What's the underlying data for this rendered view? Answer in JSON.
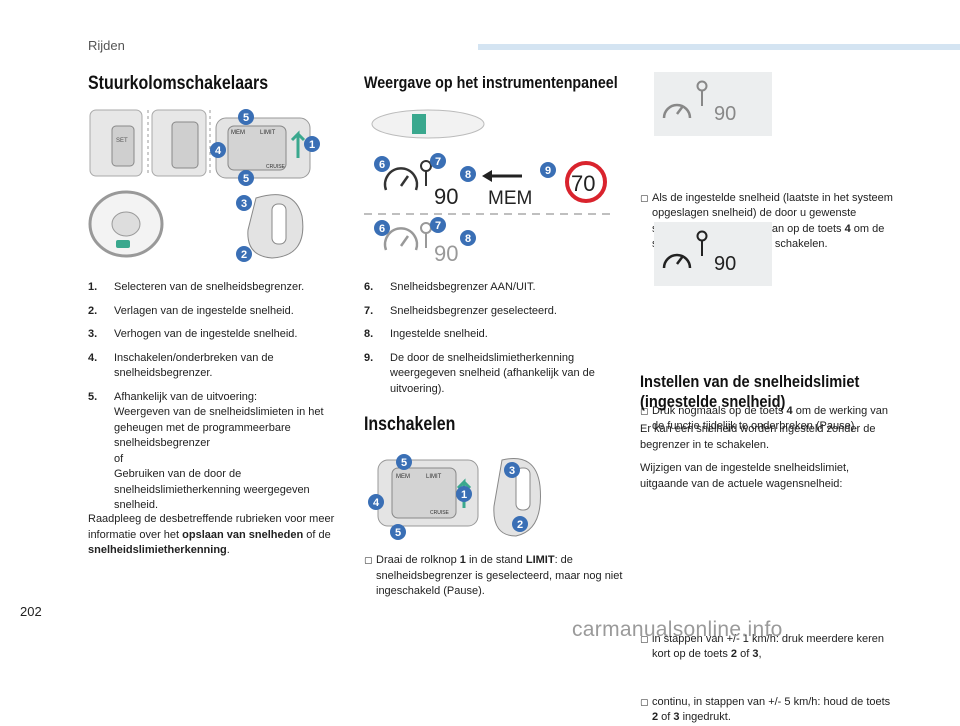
{
  "header": {
    "section": "Rijden"
  },
  "page_number": "202",
  "watermark": "carmanualsonline.info",
  "left": {
    "title": "Stuurkolomschakelaars",
    "items": [
      {
        "num": "1.",
        "text": "Selecteren van de snelheidsbegrenzer."
      },
      {
        "num": "2.",
        "text": "Verlagen van de ingestelde snelheid."
      },
      {
        "num": "3.",
        "text": "Verhogen van de ingestelde snelheid."
      },
      {
        "num": "4.",
        "text": "Inschakelen/onderbreken van de snelheidsbegrenzer."
      },
      {
        "num": "5.",
        "text": "Afhankelijk van de uitvoering:\nWeergeven van de snelheidslimieten in het geheugen met de programmeerbare snelheidsbegrenzer\nof\nGebruiken van de door de snelheidslimietherkenning weergegeven snelheid."
      }
    ],
    "note_pre": "Raadpleeg de desbetreffende rubrieken voor meer informatie over het ",
    "note_b1": "opslaan van snelheden",
    "note_mid": " of de ",
    "note_b2": "snelheidslimietherkenning",
    "note_post": "."
  },
  "middle": {
    "title": "Weergave op het instrumentenpaneel",
    "display": {
      "speed_top": "90",
      "mem": "MEM",
      "limit": "70",
      "speed_bottom": "90"
    },
    "items": [
      {
        "num": "6.",
        "text": "Snelheidsbegrenzer AAN/UIT."
      },
      {
        "num": "7.",
        "text": "Snelheidsbegrenzer geselecteerd."
      },
      {
        "num": "8.",
        "text": "Ingestelde snelheid."
      },
      {
        "num": "9.",
        "text": "De door de snelheidslimietherkenning weergegeven snelheid (afhankelijk van de uitvoering)."
      }
    ],
    "section2_title": "Inschakelen",
    "bullet_pre": "Draai de rolknop ",
    "bullet_b1": "1",
    "bullet_mid": " in de stand ",
    "bullet_b2": "LIMIT",
    "bullet_post": ": de snelheidsbegrenzer is geselecteerd, maar nog niet ingeschakeld (Pause)."
  },
  "right": {
    "display1": {
      "speed": "90"
    },
    "bullet1_pre": "Als de ingestelde snelheid (laatste in het systeem opgeslagen snelheid) de door u gewenste snelheidslimiet is, druk dan op de toets ",
    "bullet1_b": "4",
    "bullet1_post": " om de snelheidsbegrenzer in te schakelen.",
    "display2": {
      "speed": "90"
    },
    "bullet2_pre": "Druk nogmaals op de toets ",
    "bullet2_b": "4",
    "bullet2_post": " om de werking van de functie tijdelijk te onderbreken (Pause).",
    "title": "Instellen van de snelheidslimiet (ingestelde snelheid)",
    "para1": "Er kan een snelheid worden ingesteld zonder de begrenzer in te schakelen.",
    "para2": "Wijzigen van de ingestelde snelheidslimiet, uitgaande van de actuele wagensnelheid:",
    "b3_pre": "in stappen van +/- 1 km/h: druk meerdere keren kort op de toets ",
    "b3_b1": "2",
    "b3_mid": " of ",
    "b3_b2": "3",
    "b3_post": ",",
    "b4_pre": "continu, in stappen van +/- 5 km/h: houd de toets ",
    "b4_b1": "2",
    "b4_mid": " of ",
    "b4_b2": "3",
    "b4_post": " ingedrukt."
  },
  "bullet_glyph": "",
  "badges": {
    "b1": "1",
    "b2": "2",
    "b3": "3",
    "b4": "4",
    "b5": "5",
    "b6": "6",
    "b7": "7",
    "b8": "8",
    "b9": "9"
  },
  "switch_labels": {
    "limit": "LIMIT",
    "cruise": "CRUISE",
    "mem": "MEM",
    "set": "SET"
  },
  "colors": {
    "badge": "#3a6fb5",
    "header_bar": "#d4e4f2",
    "accent_teal": "#3aa88e",
    "limit_red": "#d9232d"
  }
}
